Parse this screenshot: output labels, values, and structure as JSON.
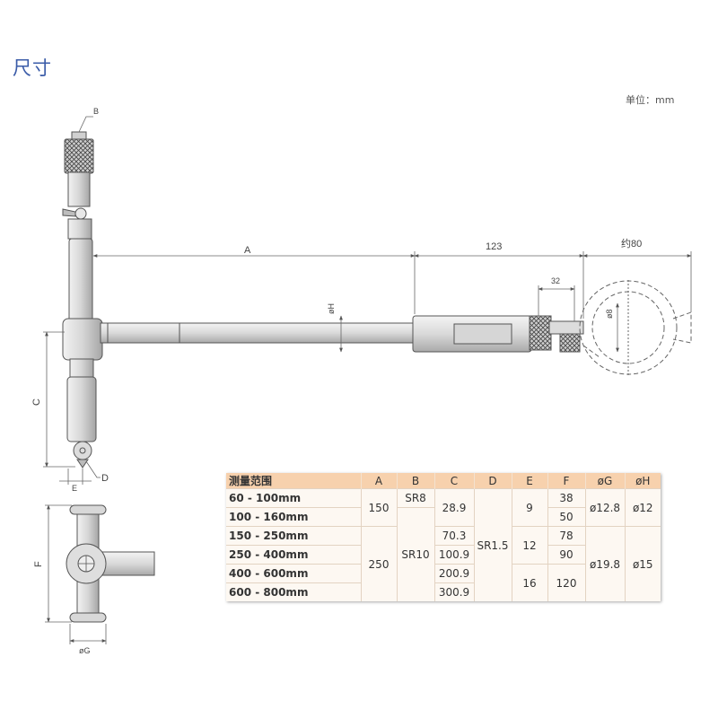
{
  "page": {
    "title": "尺寸",
    "unit": "单位：mm"
  },
  "drawing": {
    "labels": {
      "a": "A",
      "b": "B",
      "c": "C",
      "d": "D",
      "e": "E",
      "f": "F",
      "g": "øG",
      "h": "øH",
      "dim_123": "123",
      "dim_approx80": "约80",
      "dim_32": "32",
      "dim_phi8": "ø8"
    }
  },
  "table": {
    "headers": [
      "测量范围",
      "A",
      "B",
      "C",
      "D",
      "E",
      "F",
      "øG",
      "øH"
    ],
    "ranges": [
      "60 - 100mm",
      "100 - 160mm",
      "150 - 250mm",
      "250 - 400mm",
      "400 - 600mm",
      "600 - 800mm"
    ],
    "a": [
      "150",
      "250"
    ],
    "b": [
      "SR8",
      "SR10"
    ],
    "c": [
      "28.9",
      "70.3",
      "100.9",
      "200.9",
      "300.9"
    ],
    "d": "SR1.5",
    "e": [
      "9",
      "12",
      "16"
    ],
    "f": [
      "38",
      "50",
      "78",
      "90",
      "120"
    ],
    "g": [
      "ø12.8",
      "ø19.8"
    ],
    "h": [
      "ø12",
      "ø15"
    ]
  }
}
